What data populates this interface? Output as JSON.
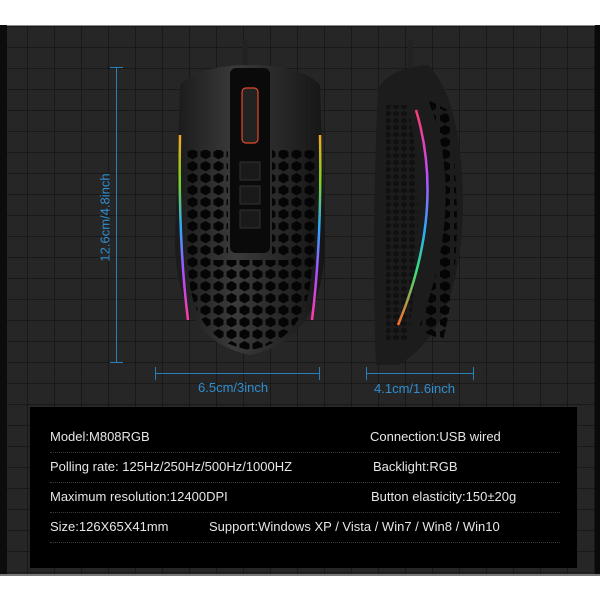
{
  "dimensions": {
    "length": "12.6cm/4.8inch",
    "width": "6.5cm/3inch",
    "height": "4.1cm/1.6inch"
  },
  "colors": {
    "background": "#262626",
    "dimension_accent": "#2f8fd0",
    "spec_panel": "#000000",
    "spec_text": "#e6e6e6"
  },
  "specs": {
    "model": "Model:M808RGB",
    "connection": "Connection:USB wired",
    "polling_rate": "Polling rate: 125Hz/250Hz/500Hz/1000HZ",
    "backlight": "Backlight:RGB",
    "max_resolution": "Maximum resolution:12400DPI",
    "button_elasticity": "Button elasticity:150±20g",
    "size": "Size:126X65X41mm",
    "support": "Support:Windows XP / Vista / Win7 / Win8 / Win10"
  }
}
